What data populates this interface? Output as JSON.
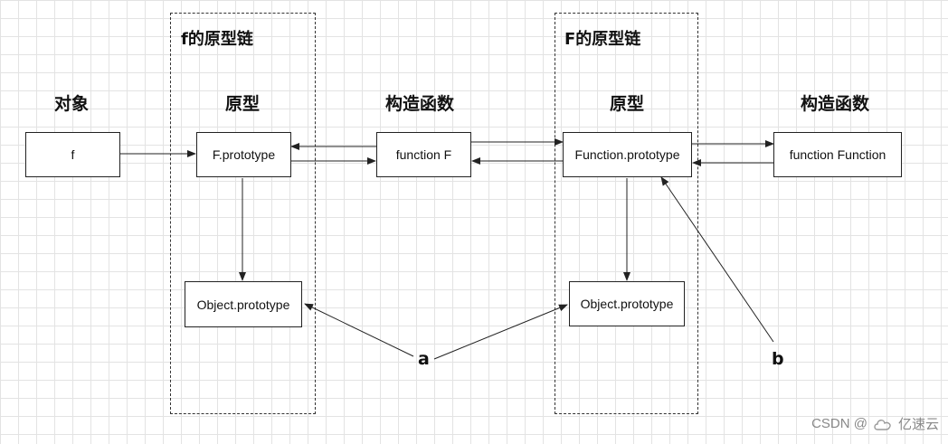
{
  "chains": {
    "f_chain_title": "f的原型链",
    "F_chain_title": "F的原型链"
  },
  "column_headers": {
    "object": "对象",
    "prototype_left": "原型",
    "constructor_middle": "构造函数",
    "prototype_right": "原型",
    "constructor_right": "构造函数"
  },
  "nodes": {
    "f": "f",
    "f_prototype": "F.prototype",
    "function_F": "function F",
    "object_prototype_left": "Object.prototype",
    "function_prototype": "Function.prototype",
    "function_Function": "function Function",
    "object_prototype_right": "Object.prototype"
  },
  "annotations": {
    "a": "a",
    "b": "b"
  },
  "watermark": {
    "csdn": "CSDN @",
    "brand": "亿速云"
  }
}
